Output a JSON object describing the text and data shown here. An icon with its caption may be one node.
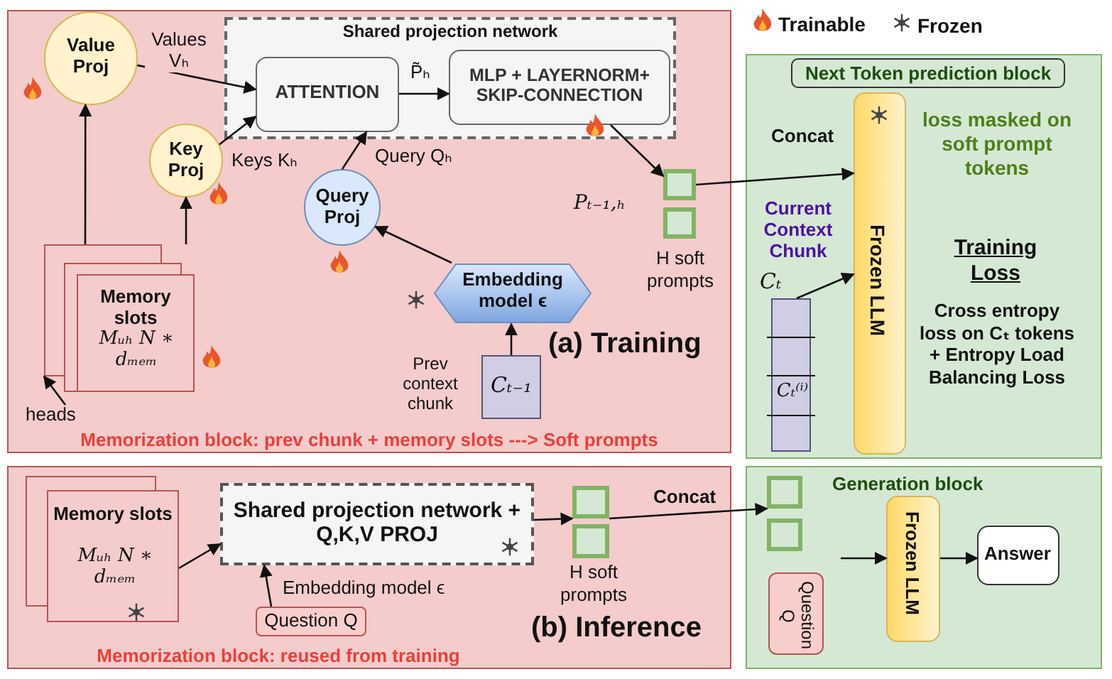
{
  "diagram": {
    "nodes": [
      {
        "text": [
          "(a) Training",
          "Memorization block: prev chunk + memory slots ---> Soft prompts"
        ]
      },
      {
        "text": [
          "Shared projection network"
        ],
        "in": 0
      },
      {
        "text": [
          "ATTENTION"
        ],
        "in": 1
      },
      {
        "text": [
          "MLP + LAYERNORM+ SKIP-CONNECTION"
        ],
        "in": 1
      },
      {
        "text": [
          "Value Proj"
        ],
        "in": 0
      },
      {
        "text": [
          "Key Proj"
        ],
        "in": 0
      },
      {
        "text": [
          "Query Proj"
        ],
        "in": 0
      },
      {
        "text": [
          "Memory slots",
          "Mᵤₕ N ∗ dₘₑₘ"
        ],
        "in": 0
      },
      {
        "text": [
          "heads"
        ],
        "in": 0
      },
      {
        "text": [
          "Embedding model ϵ"
        ],
        "in": 0
      },
      {
        "text": [
          "Cₜ₋₁"
        ],
        "beside": [
          "Prev context chunk"
        ],
        "in": 0
      },
      {
        "text": [],
        "shape": "box",
        "in": 0
      },
      {
        "text": [],
        "shape": "box",
        "in": 0
      },
      {
        "text": [
          "Next Token prediction block"
        ]
      },
      {
        "text": [
          "Current Context Chunk",
          "Cₜ"
        ],
        "in": 13
      },
      {
        "text": [
          "Frozen LLM"
        ],
        "in": 13
      },
      {
        "text": [
          "Cₜ⁽ⁱ⁾"
        ],
        "in": 13
      },
      {
        "text": [
          "(b) Inference",
          "Memorization block: reused from training"
        ]
      },
      {
        "text": [
          "Memory slots",
          "Mᵤₕ N ∗ dₘₑₘ"
        ],
        "in": 17
      },
      {
        "text": [
          "Shared projection network + Q,K,V PROJ"
        ],
        "in": 17
      },
      {
        "text": [
          "Question Q"
        ],
        "in": 17
      },
      {
        "text": [],
        "shape": "box",
        "in": 17
      },
      {
        "text": [],
        "shape": "box",
        "in": 17
      },
      {
        "text": [
          "Generation block"
        ]
      },
      {
        "text": [],
        "shape": "box",
        "in": 23
      },
      {
        "text": [],
        "shape": "box",
        "in": 23
      },
      {
        "text": [
          "Question Q"
        ],
        "in": 23
      },
      {
        "text": [
          "Frozen LLM"
        ],
        "in": 23
      },
      {
        "text": [
          "Answer"
        ],
        "in": 23
      }
    ],
    "edges": [
      {
        "from": 4,
        "to": 2,
        "arrow": "to",
        "label": "Values Vₕ"
      },
      {
        "from": 5,
        "to": 2,
        "arrow": "to",
        "label": "Keys Kₕ"
      },
      {
        "from": 6,
        "to": 2,
        "arrow": "to",
        "label": "Query Qₕ"
      },
      {
        "from": 2,
        "to": 3,
        "arrow": "to",
        "label": "P̃ₕ"
      },
      {
        "from": 3,
        "to": 11,
        "arrow": "to"
      },
      {
        "from": 7,
        "to": 4,
        "arrow": "to"
      },
      {
        "from": 7,
        "to": 5,
        "arrow": "to"
      },
      {
        "from": 8,
        "to": 7,
        "arrow": "to"
      },
      {
        "from": 9,
        "to": 6,
        "arrow": "to"
      },
      {
        "from": 10,
        "to": 9,
        "arrow": "to"
      },
      {
        "from": 11,
        "to": 15,
        "arrow": "to",
        "label": "Concat"
      },
      {
        "from": 14,
        "to": 15,
        "arrow": "to"
      },
      {
        "from": 18,
        "to": 19,
        "arrow": "to"
      },
      {
        "from": 20,
        "to": 19,
        "arrow": "to",
        "label": "Embedding model ϵ"
      },
      {
        "from": 19,
        "to": 21,
        "arrow": "to"
      },
      {
        "from": 21,
        "to": 24,
        "arrow": "to",
        "label": "Concat"
      },
      {
        "from": null,
        "to": 27,
        "arrow": "to"
      },
      {
        "from": 27,
        "to": 28,
        "arrow": "to"
      }
    ],
    "labels": [
      "Pₜ₋₁,ₕ",
      "H soft prompts",
      "loss masked on soft prompt tokens",
      "Training Loss",
      "Cross entropy loss on Cₜ tokens + Entropy Load Balancing Loss",
      "H soft prompts"
    ],
    "legend": [
      {
        "text": "Trainable"
      },
      {
        "text": "Frozen"
      }
    ]
  }
}
